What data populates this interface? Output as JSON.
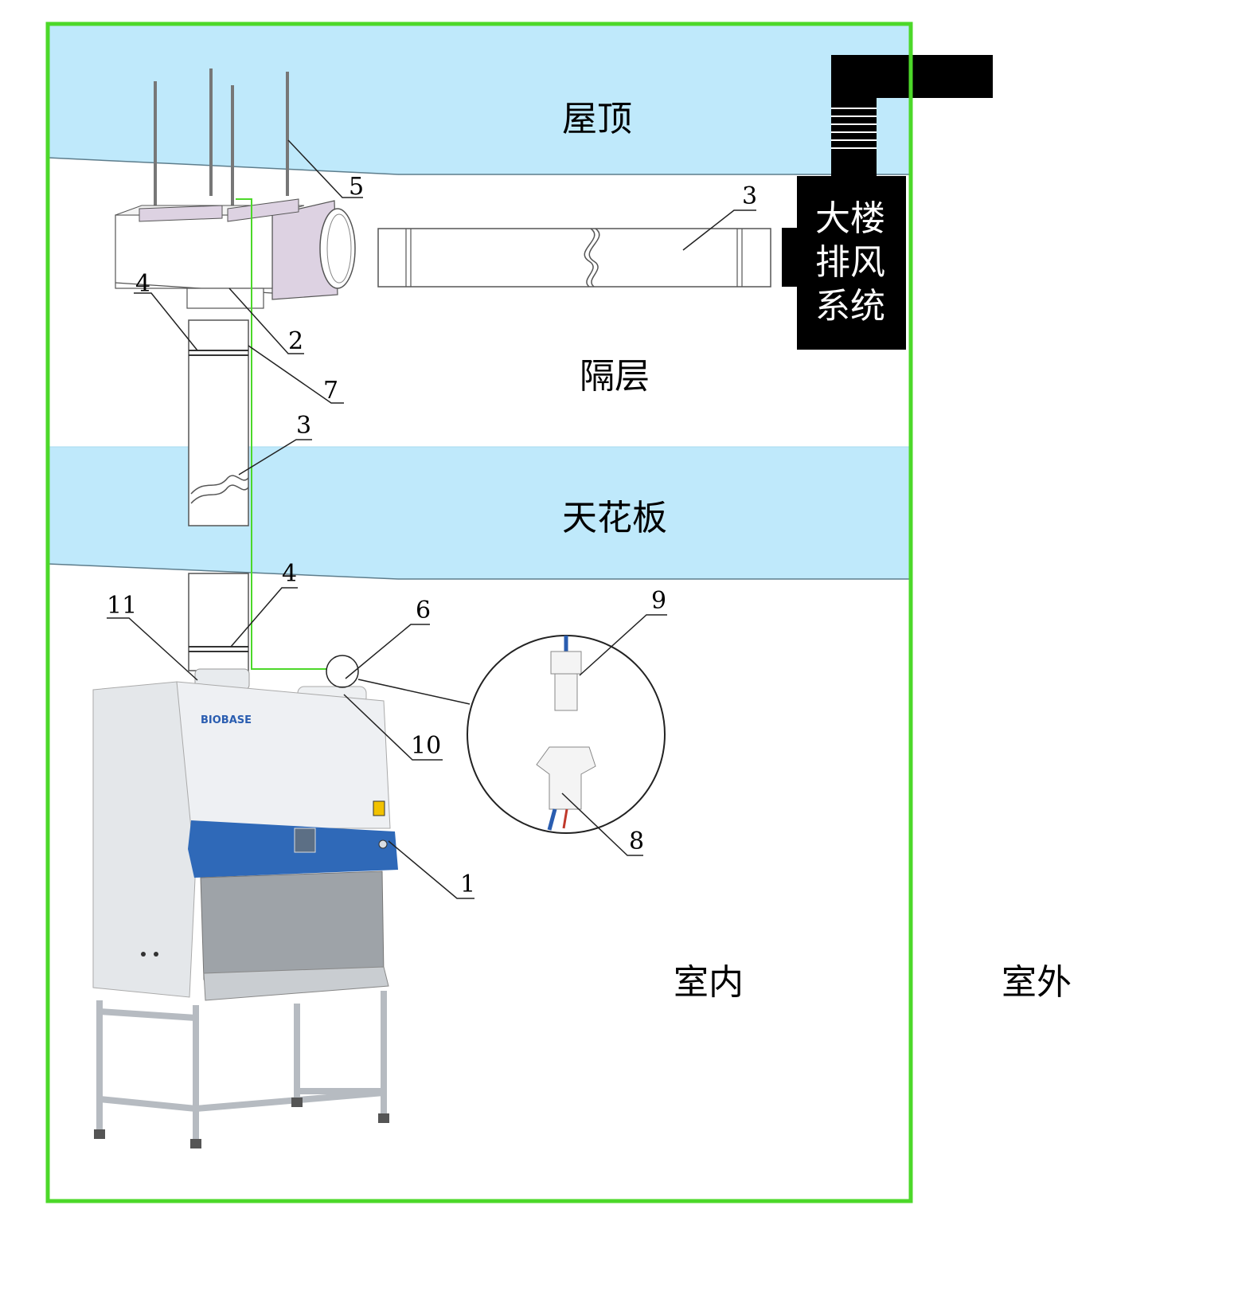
{
  "zones": {
    "roof": "屋顶",
    "interlayer": "隔层",
    "ceiling": "天花板",
    "indoor": "室内",
    "outdoor": "室外"
  },
  "exhaust_system": {
    "lines": [
      "大楼",
      "排风",
      "系统"
    ]
  },
  "brand": "BIOBASE",
  "callouts": {
    "n1": "1",
    "n2": "2",
    "n3a": "3",
    "n3b": "3",
    "n4a": "4",
    "n4b": "4",
    "n5": "5",
    "n6": "6",
    "n7": "7",
    "n8": "8",
    "n9": "9",
    "n10": "10",
    "n11": "11"
  },
  "colors": {
    "building_border": "#4cd829",
    "slab_fill": "#bfe9fb",
    "exhaust_fill": "#000000",
    "damper_side": "#ddd2e2",
    "cabinet_blue": "#2f69b8",
    "cabinet_body": "#e6e9ed"
  }
}
